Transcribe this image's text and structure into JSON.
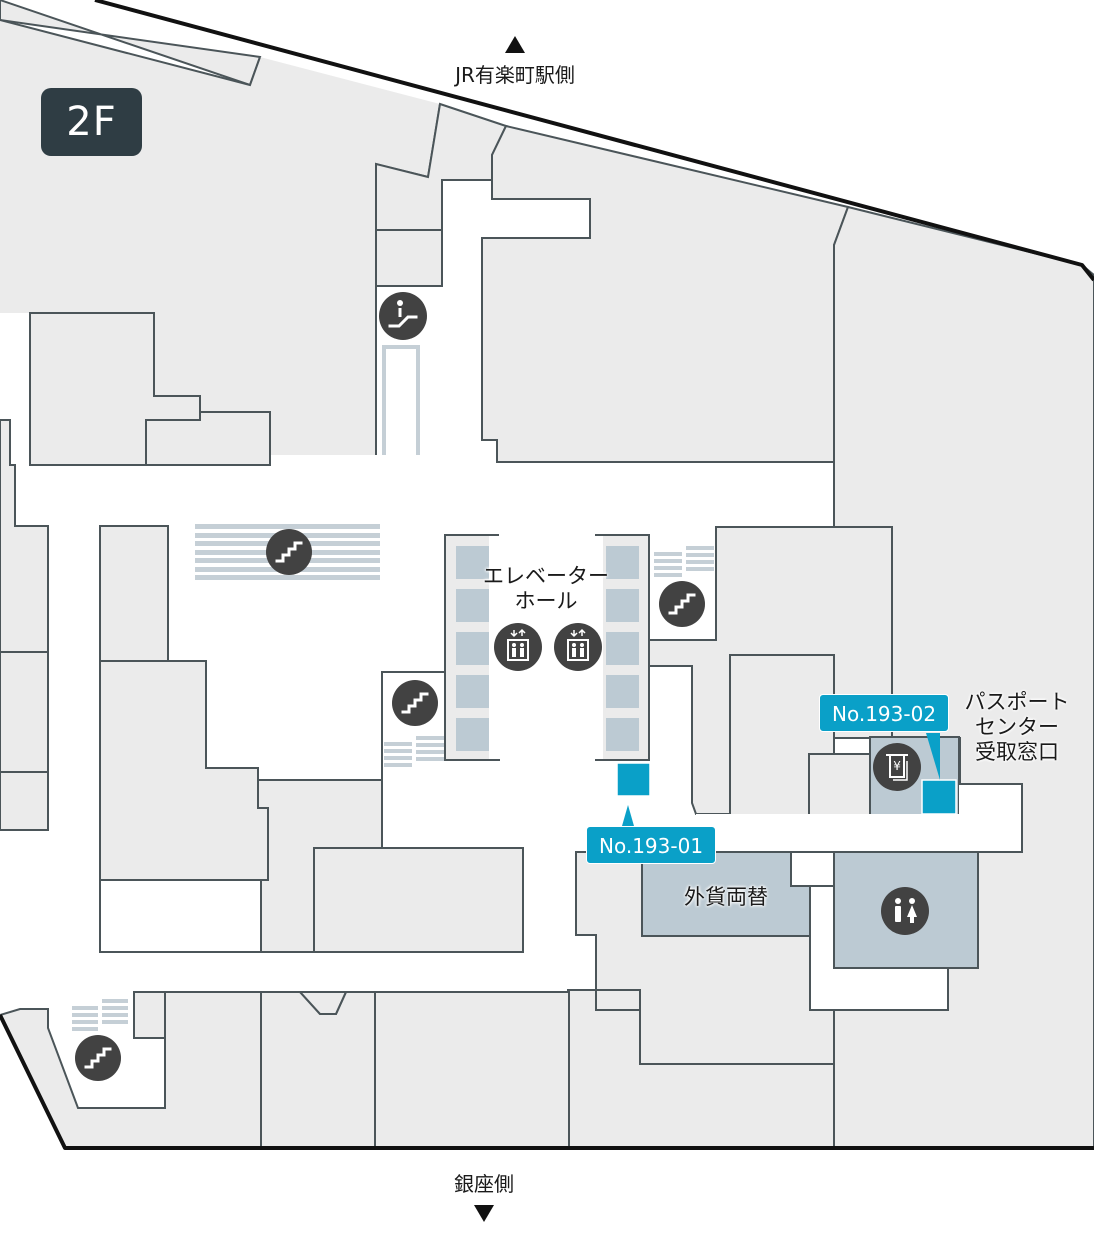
{
  "floor": {
    "label": "2F"
  },
  "directions": {
    "north": {
      "label": "JR有楽町駅側",
      "arrow": "up"
    },
    "south": {
      "label": "銀座側",
      "arrow": "down"
    }
  },
  "areas": {
    "elevator_hall": {
      "line1": "エレベーター",
      "line2": "ホール"
    },
    "passport_center": {
      "line1": "パスポート",
      "line2": "センター",
      "line3": "受取窓口"
    },
    "currency_exchange": {
      "label": "外貨両替"
    }
  },
  "markers": [
    {
      "id": "No.193-01",
      "label": "No.193-01"
    },
    {
      "id": "No.193-02",
      "label": "No.193-02"
    }
  ],
  "icons": [
    {
      "type": "escalator-icon"
    },
    {
      "type": "stairs-icon"
    },
    {
      "type": "elevator-icon"
    },
    {
      "type": "currency-machine-icon"
    },
    {
      "type": "restroom-icon"
    }
  ],
  "colors": {
    "marker": "#0aa0c8",
    "floor_badge": "#2f3d44",
    "room_fill": "#ebebeb",
    "highlight_fill": "#bccad3",
    "icon_bg": "#424242",
    "wall": "#4b5559"
  }
}
